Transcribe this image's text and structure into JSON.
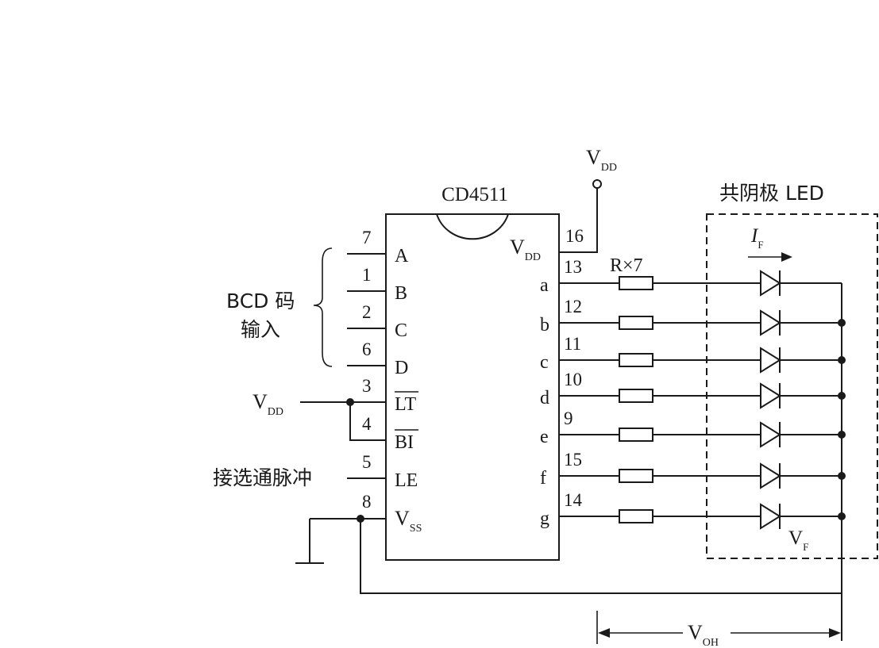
{
  "chip": {
    "name": "CD4511",
    "vdd_pin": {
      "number": "16",
      "label": "V",
      "sub": "DD"
    },
    "vss_pin": {
      "number": "8",
      "label": "V",
      "sub": "SS"
    }
  },
  "left_pins": [
    {
      "number": "7",
      "label": "A"
    },
    {
      "number": "1",
      "label": "B"
    },
    {
      "number": "2",
      "label": "C"
    },
    {
      "number": "6",
      "label": "D"
    },
    {
      "number": "3",
      "label": "LT",
      "overline": true
    },
    {
      "number": "4",
      "label": "BI",
      "overline": true
    },
    {
      "number": "5",
      "label": "LE"
    }
  ],
  "right_pins": [
    {
      "number": "13",
      "label": "a"
    },
    {
      "number": "12",
      "label": "b"
    },
    {
      "number": "11",
      "label": "c"
    },
    {
      "number": "10",
      "label": "d"
    },
    {
      "number": "9",
      "label": "e"
    },
    {
      "number": "15",
      "label": "f"
    },
    {
      "number": "14",
      "label": "g"
    }
  ],
  "bcd_input": {
    "line1": "BCD 码",
    "line2": "输入"
  },
  "vdd_left": {
    "label": "V",
    "sub": "DD"
  },
  "vdd_top": {
    "label": "V",
    "sub": "DD"
  },
  "strobe_label": "接选通脉冲",
  "resistor_label": "R×7",
  "led_block_title": "共阴极 LED",
  "if_label": {
    "label": "I",
    "sub": "F"
  },
  "vf_label": {
    "label": "V",
    "sub": "F"
  },
  "voh_label": {
    "label": "V",
    "sub": "OH"
  }
}
